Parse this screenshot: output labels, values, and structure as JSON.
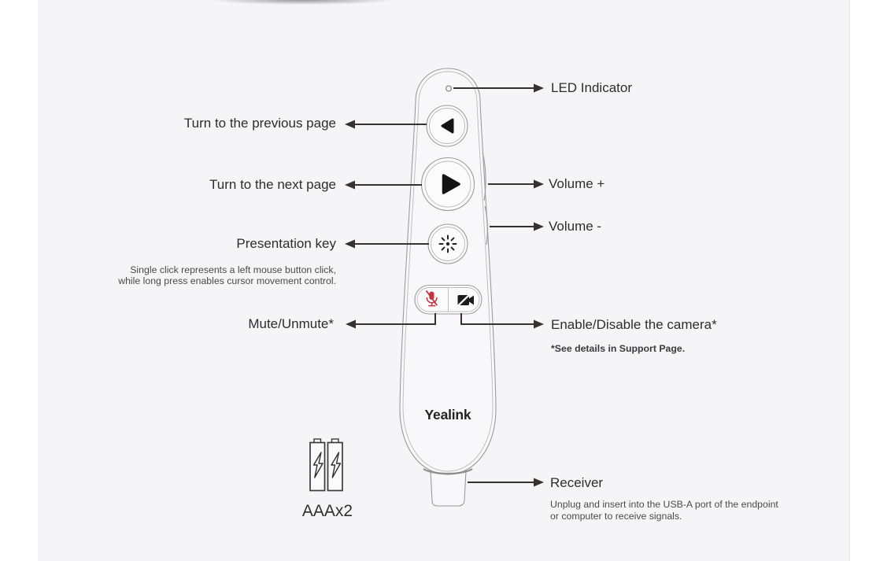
{
  "device": {
    "brand": "Yealink",
    "battery_label": "AAAx2"
  },
  "callouts_left": [
    {
      "label": "Turn to the previous page"
    },
    {
      "label": "Turn to the next page"
    },
    {
      "label": "Presentation key",
      "note": "Single click represents a left mouse button click,\nwhile long press enables cursor movement control."
    },
    {
      "label": "Mute/Unmute*"
    }
  ],
  "callouts_right": [
    {
      "label": "LED Indicator"
    },
    {
      "label": "Volume +"
    },
    {
      "label": "Volume -"
    },
    {
      "label": "Enable/Disable the camera*",
      "note": "*See details in Support Page."
    },
    {
      "label": "Receiver",
      "note": "Unplug and insert into the USB-A port of the endpoint\nor computer to receive signals."
    }
  ],
  "icons": {
    "led": "led-dot",
    "previous": "left-triangle",
    "next": "right-triangle",
    "presentation": "laser-burst",
    "mute": "microphone-slash",
    "camera": "video-camera-slash",
    "battery": "lightning-bolt"
  },
  "colors": {
    "background": "#f5f5f7",
    "text": "#2d2d2d",
    "note_text": "#4a4a4a",
    "callout_line": "#39312e",
    "device_outline": "#9b9b9b",
    "mute_red": "#c13543",
    "icon_dark": "#1c1c1c"
  }
}
